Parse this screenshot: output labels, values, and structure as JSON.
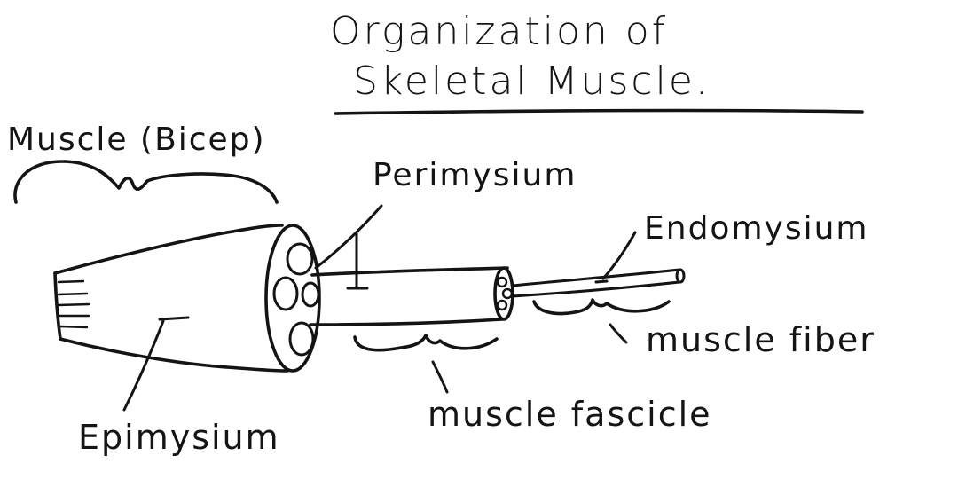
{
  "title": {
    "line1": "Organization of",
    "line2": "Skeletal Muscle."
  },
  "labels": {
    "muscle": "Muscle (Bicep)",
    "perimysium": "Perimysium",
    "endomysium": "Endomysium",
    "epimysium": "Epimysium",
    "muscle_fascicle": "muscle fascicle",
    "muscle_fiber": "muscle fiber"
  },
  "colors": {
    "ink": "#141414",
    "paper": "#ffffff"
  }
}
